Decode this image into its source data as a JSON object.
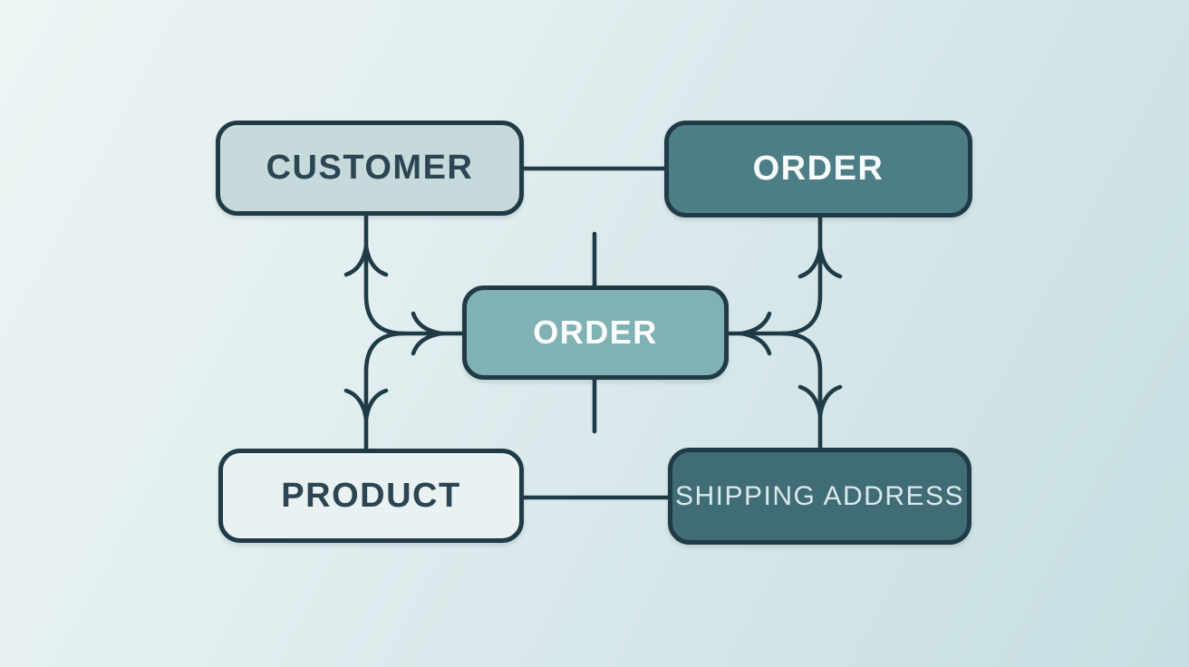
{
  "diagram": {
    "type": "entity-relationship-diagram",
    "background_gradient": [
      "#edf4f4",
      "#c7dee2"
    ],
    "stroke_color": "#1f3b46",
    "nodes": [
      {
        "id": "customer",
        "label": "CUSTOMER",
        "fill": "#c6d9db",
        "text_color": "#2b4552"
      },
      {
        "id": "order-top",
        "label": "ORDER",
        "fill": "#4d7e85",
        "text_color": "#f6fbfb"
      },
      {
        "id": "order-center",
        "label": "ORDER",
        "fill": "#80b1b3",
        "text_color": "#fdffff"
      },
      {
        "id": "product",
        "label": "PRODUCT",
        "fill": "#e9f1f2",
        "text_color": "#2b4552"
      },
      {
        "id": "shipping-address",
        "label": "SHIPPING ADDRESS",
        "fill": "#406c76",
        "text_color": "#dce9ea"
      }
    ],
    "connectors": [
      {
        "from": "customer",
        "to": "order-top",
        "style": "plain-horizontal-line"
      },
      {
        "from": "product",
        "to": "shipping-address",
        "style": "plain-horizontal-line"
      },
      {
        "from": "left-branch",
        "arrows": [
          "up-to-customer",
          "right-into-order-center",
          "down-to-product"
        ]
      },
      {
        "from": "right-branch",
        "arrows": [
          "up-to-order-top",
          "left-into-order-center",
          "down-to-shipping-address"
        ]
      },
      {
        "from": "order-center",
        "to": "top-stub",
        "style": "plain-vertical-stub"
      },
      {
        "from": "order-center",
        "to": "bottom-stub",
        "style": "plain-vertical-stub"
      }
    ]
  }
}
